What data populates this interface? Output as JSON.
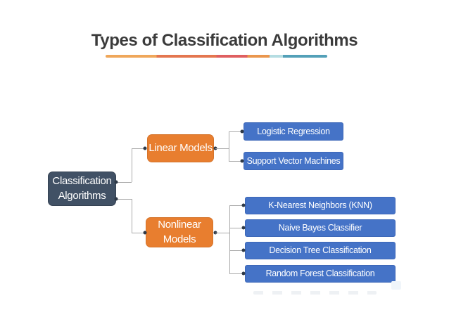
{
  "title": {
    "text": "Types of Classification Algorithms"
  },
  "colors": {
    "title": "#3b3b3b",
    "root": "#415165",
    "orange": "#e87e2f",
    "blue": "#4573c7",
    "blueBorder": "#3e68b8",
    "line": "#a9a9a9",
    "dot": "#2e3947"
  },
  "tree": {
    "root": {
      "label": "Classification Algorithms"
    },
    "branches": [
      {
        "label": "Linear Models",
        "children": [
          "Logistic Regression",
          "Support Vector Machines"
        ]
      },
      {
        "label": "Nonlinear Models",
        "children": [
          "K-Nearest Neighbors (KNN)",
          "Naive Bayes Classifier",
          "Decision Tree Classification",
          "Random Forest Classification"
        ]
      }
    ]
  }
}
